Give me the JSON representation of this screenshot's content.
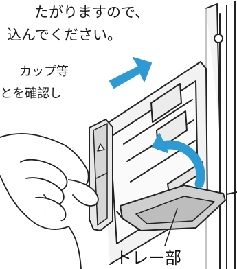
{
  "instructions": {
    "line1": "たがりますので、",
    "line2": "込んでください。",
    "line3": "カップ等",
    "line4": "とを確認し"
  },
  "labels": {
    "tray": "トレー部"
  },
  "icons": {
    "movement_arrow": "blue-arrow-icon",
    "rotation_arrow": "curved-arrow-icon",
    "triangle_marker": "triangle-icon"
  },
  "colors": {
    "arrow_blue": "#2e9ad4",
    "line": "#222222",
    "panel_fill": "#f2f2f2",
    "shade": "#d6d6d6"
  }
}
